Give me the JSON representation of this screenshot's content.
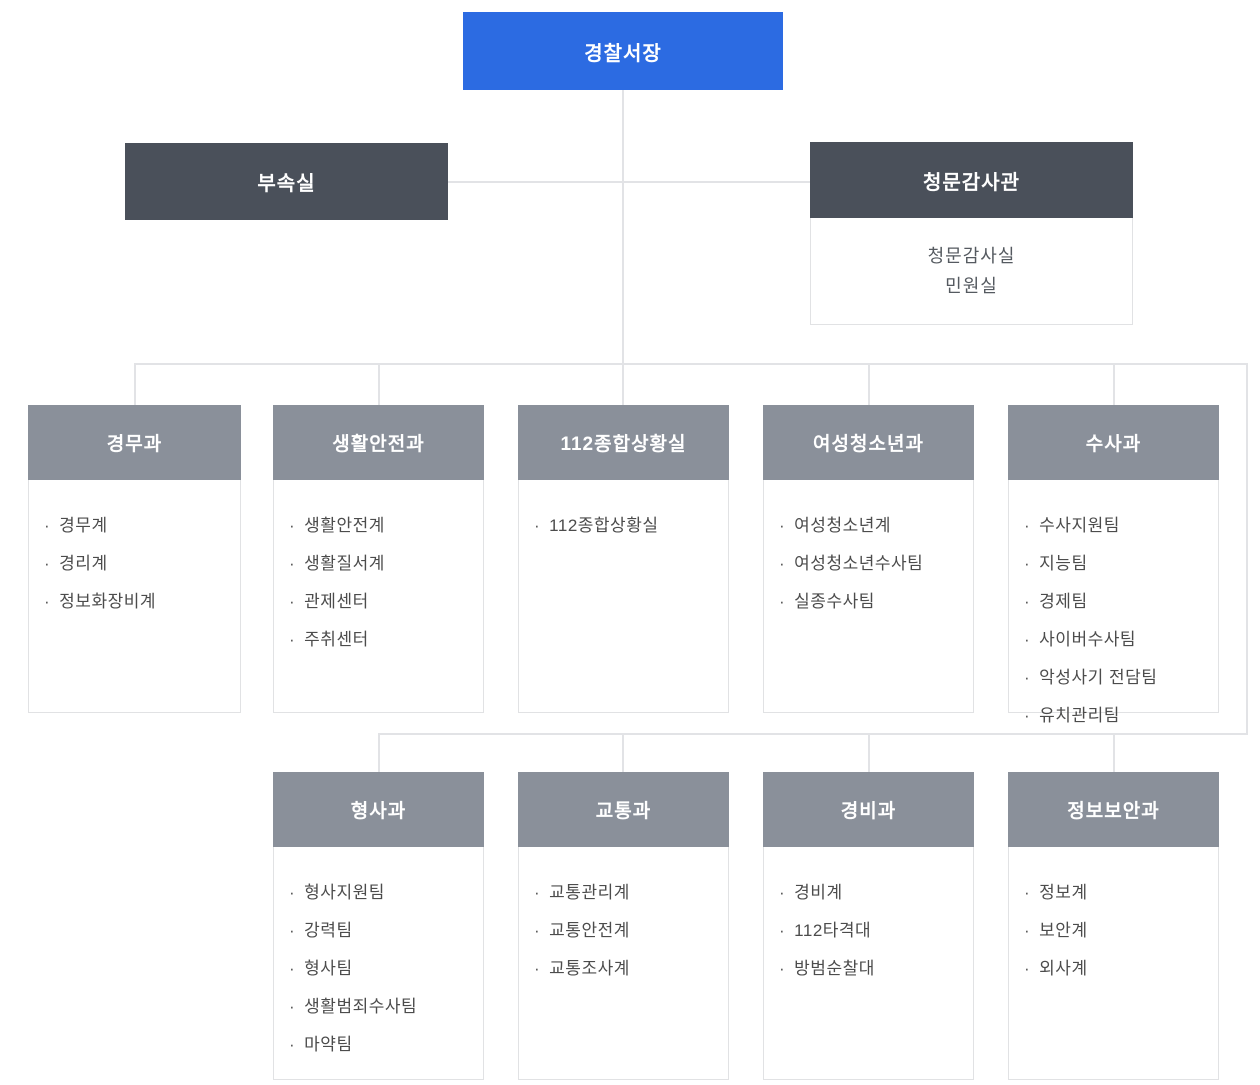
{
  "org": {
    "root": {
      "label": "경찰서장"
    },
    "staff": [
      {
        "title": "부속실",
        "items": []
      },
      {
        "title": "청문감사관",
        "items": [
          "청문감사실",
          "민원실"
        ]
      }
    ],
    "row1": [
      {
        "title": "경무과",
        "items": [
          "경무계",
          "경리계",
          "정보화장비계"
        ]
      },
      {
        "title": "생활안전과",
        "items": [
          "생활안전계",
          "생활질서계",
          "관제센터",
          "주취센터"
        ]
      },
      {
        "title": "112종합상황실",
        "items": [
          "112종합상황실"
        ]
      },
      {
        "title": "여성청소년과",
        "items": [
          "여성청소년계",
          "여성청소년수사팀",
          "실종수사팀"
        ]
      },
      {
        "title": "수사과",
        "items": [
          "수사지원팀",
          "지능팀",
          "경제팀",
          "사이버수사팀",
          "악성사기 전담팀",
          "유치관리팀"
        ]
      }
    ],
    "row2": [
      {
        "title": "형사과",
        "items": [
          "형사지원팀",
          "강력팀",
          "형사팀",
          "생활범죄수사팀",
          "마약팀"
        ]
      },
      {
        "title": "교통과",
        "items": [
          "교통관리계",
          "교통안전계",
          "교통조사계"
        ]
      },
      {
        "title": "경비과",
        "items": [
          "경비계",
          "112타격대",
          "방범순찰대"
        ]
      },
      {
        "title": "정보보안과",
        "items": [
          "정보계",
          "보안계",
          "외사계"
        ]
      }
    ],
    "colors": {
      "root_box": "#2c6be2",
      "staff_box": "#4a505a",
      "dept_header": "#8a909a",
      "connector_line": "#e2e3e6",
      "card_border": "#e1e2e4",
      "body_text": "#4c4c4c"
    }
  }
}
